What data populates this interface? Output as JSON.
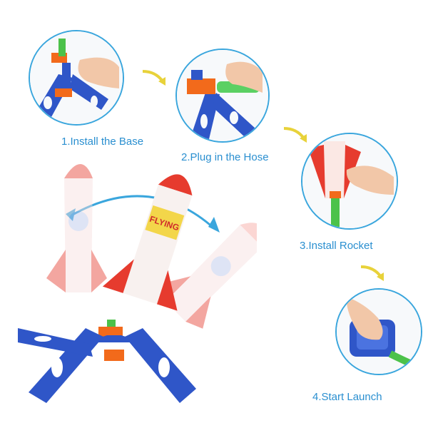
{
  "steps": [
    {
      "label": "1.Install the Base"
    },
    {
      "label": "2.Plug in the Hose"
    },
    {
      "label": "3.Install Rocket"
    },
    {
      "label": "4.Start Launch"
    }
  ],
  "rocket": {
    "brand_text": "FLYING"
  },
  "colors": {
    "accent_blue": "#3aa6dd",
    "label_blue": "#2a8fd0",
    "arrow_yellow": "#e8d23a",
    "base_blue": "#2f56c8",
    "rocket_red": "#e63b2e",
    "hose_green": "#4cc24a",
    "orange": "#f26a1b"
  }
}
